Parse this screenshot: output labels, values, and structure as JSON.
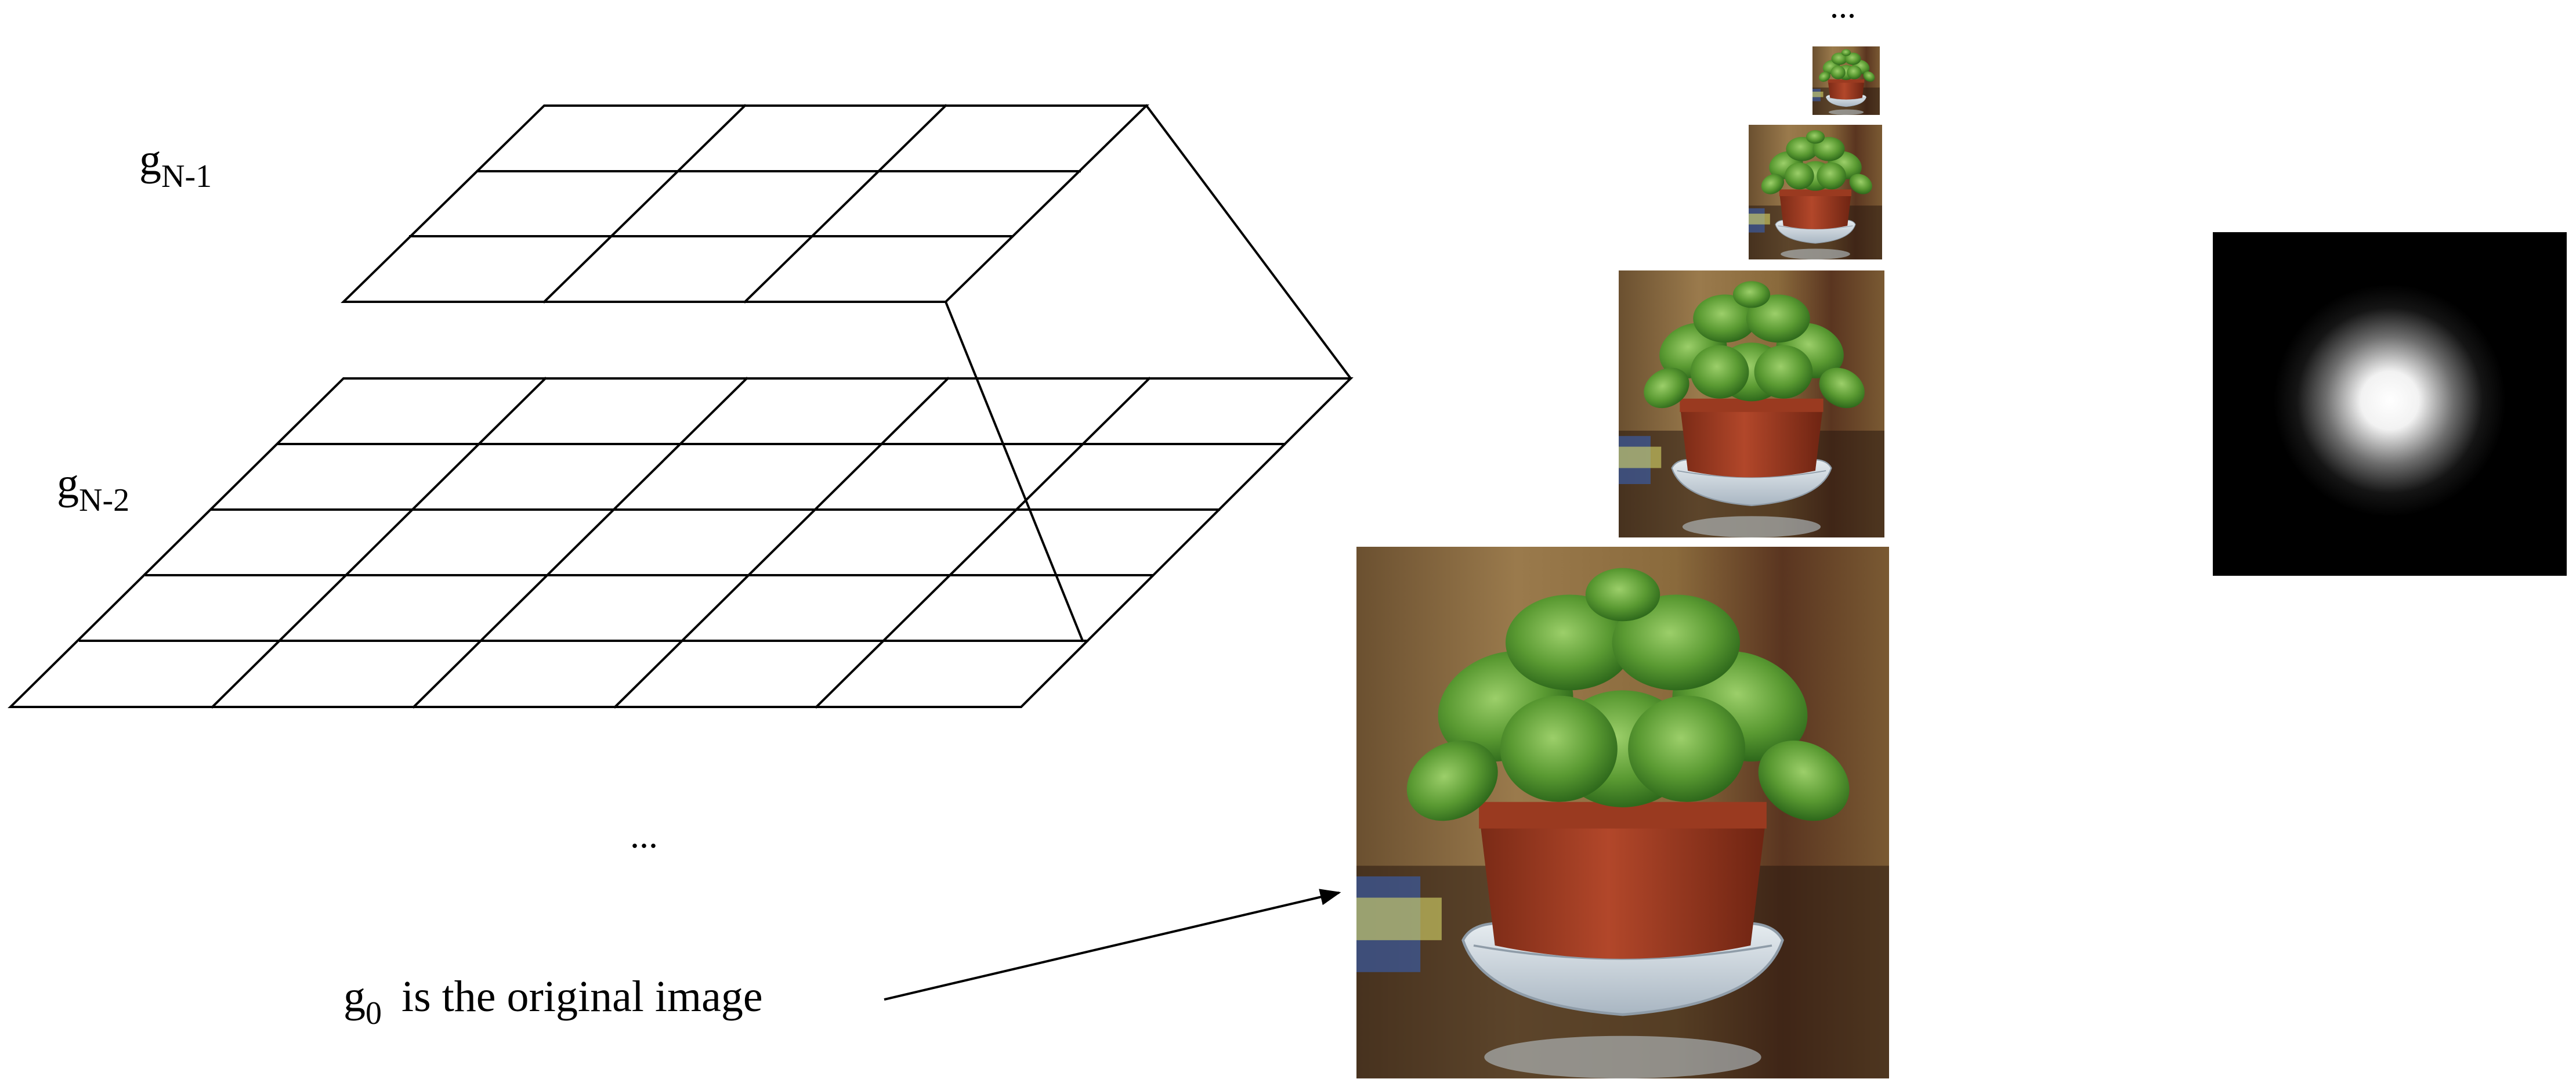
{
  "labels": {
    "level_top": {
      "base": "g",
      "sub": "N-1"
    },
    "level_second": {
      "base": "g",
      "sub": "N-2"
    },
    "level_ellipsis": "...",
    "original": {
      "base": "g",
      "sub": "0",
      "text": "is the original image"
    },
    "pyramid_ellipsis": "..."
  },
  "pyramid_images": [
    {
      "name": "level-4",
      "content": "potted plant (smallest)"
    },
    {
      "name": "level-3",
      "content": "potted plant"
    },
    {
      "name": "level-2",
      "content": "potted plant"
    },
    {
      "name": "level-1",
      "content": "potted plant (original, largest)"
    }
  ],
  "kernel_image": {
    "content": "gaussian kernel",
    "background": "#000000",
    "center": "#ffffff"
  },
  "colors": {
    "line": "#000000",
    "leaf": "#4a8a2a",
    "leaf_light": "#7fb652",
    "pot": "#a03a22",
    "saucer": "#cfd8e0",
    "background_brown": "#7a5a33"
  }
}
